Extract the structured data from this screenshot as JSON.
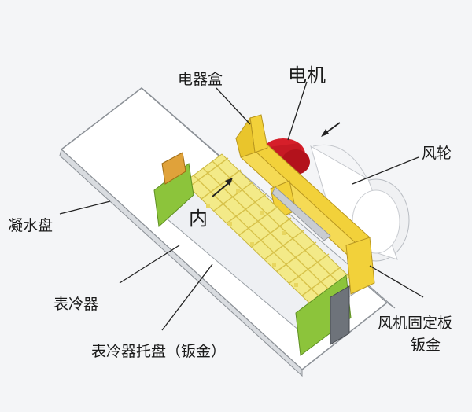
{
  "labels": {
    "electrical_box": "电器盒",
    "motor": "电机",
    "fan_wheel": "风轮",
    "drain_pan": "凝水盘",
    "inner": "内",
    "coil": "表冷器",
    "coil_tray": "表冷器托盘（钣金）",
    "fan_plate_line1": "风机固定板",
    "fan_plate_line2": "钣金"
  },
  "colors": {
    "frame_yellow": "#f2d13a",
    "frame_green": "#8cc43b",
    "motor_red": "#d61f2a",
    "coil_yellow": "#f3ea88",
    "panel_white": "#ffffff",
    "outline_gray": "#7a7f86"
  }
}
